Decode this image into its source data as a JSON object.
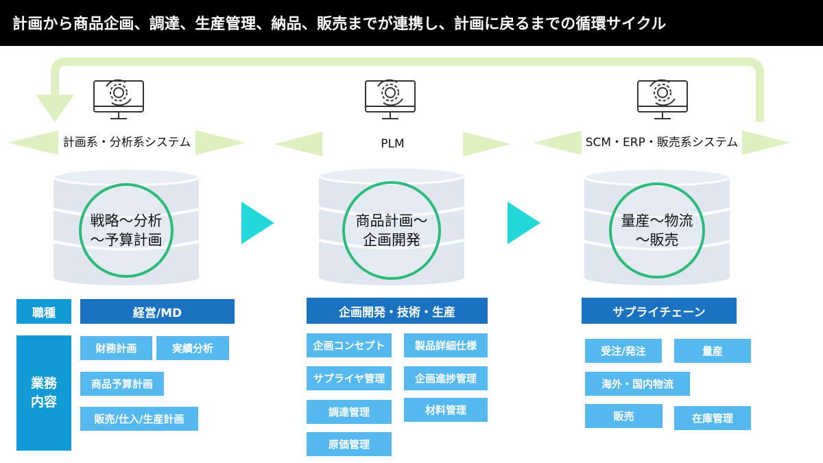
{
  "header": {
    "title": "計画から商品企画、調達、生産管理、納品、販売までが連携し、計画に戻るまでの循環サイクル"
  },
  "systems": [
    {
      "label": "計画系・分析系システム",
      "icon": "monitor-gear-icon"
    },
    {
      "label": "PLM",
      "icon": "monitor-gear-icon"
    },
    {
      "label": "SCM・ERP・販売系システム",
      "icon": "monitor-gear-icon"
    }
  ],
  "phases": [
    {
      "line1": "戦略〜分析",
      "line2": "〜予算計画"
    },
    {
      "line1": "商品計画〜",
      "line2": "企画開発"
    },
    {
      "line1": "量産〜物流",
      "line2": "〜販売"
    }
  ],
  "legend": {
    "role_label": "職種",
    "work_label_1": "業務",
    "work_label_2": "内容"
  },
  "columns": [
    {
      "role": "経営/MD",
      "tasks": [
        "財務計画",
        "実績分析",
        "商品予算計画",
        "販売/仕入/生産計画"
      ]
    },
    {
      "role": "企画開発・技術・生産",
      "tasks": [
        "企画コンセプト",
        "製品詳細仕様",
        "サプライヤ管理",
        "企画進捗管理",
        "調達管理",
        "材料管理",
        "原価管理"
      ]
    },
    {
      "role": "サプライチェーン",
      "tasks": [
        "受注/発注",
        "量産",
        "海外・国内物流",
        "販売",
        "在庫管理"
      ]
    }
  ],
  "colors": {
    "flow_arrow": "#deefc0",
    "ring": "#2dbb7a",
    "next_arrow": "#22d8d8",
    "db_fill": "#dfe6ef",
    "db_line": "#ffffff",
    "role_box": "#1a72c0",
    "task_box": "#55b8ef",
    "legend_box": "#129ad4"
  }
}
